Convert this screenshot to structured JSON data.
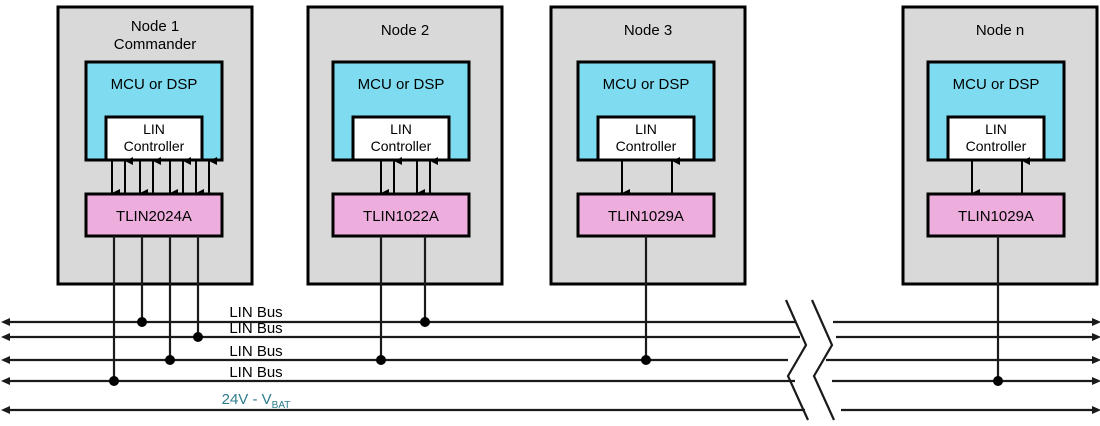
{
  "diagram": {
    "title": "LIN bus multi-node system block diagram",
    "colors": {
      "node_fill": "#d9d9d9",
      "mcu_fill": "#7fdcf0",
      "controller_fill": "#ffffff",
      "transceiver_fill": "#edaede",
      "line": "#1a1a1a",
      "vbat_label": "#2e7d8f"
    },
    "nodes": [
      {
        "id": "node1",
        "title_line1": "Node 1",
        "title_line2": "Commander",
        "mcu_label": "MCU or DSP",
        "controller_label_line1": "LIN",
        "controller_label_line2": "Controller",
        "transceiver_label": "TLIN2024A",
        "channels": 4,
        "bus_connections": [
          4,
          1,
          3,
          2
        ]
      },
      {
        "id": "node2",
        "title_line1": "Node 2",
        "title_line2": "",
        "mcu_label": "MCU or DSP",
        "controller_label_line1": "LIN",
        "controller_label_line2": "Controller",
        "transceiver_label": "TLIN1022A",
        "channels": 2,
        "bus_connections": [
          3,
          1
        ]
      },
      {
        "id": "node3",
        "title_line1": "Node 3",
        "title_line2": "",
        "mcu_label": "MCU or DSP",
        "controller_label_line1": "LIN",
        "controller_label_line2": "Controller",
        "transceiver_label": "TLIN1029A",
        "channels": 1,
        "bus_connections": [
          3
        ]
      },
      {
        "id": "noden",
        "title_line1": "Node n",
        "title_line2": "",
        "mcu_label": "MCU or DSP",
        "controller_label_line1": "LIN",
        "controller_label_line2": "Controller",
        "transceiver_label": "TLIN1029A",
        "channels": 1,
        "bus_connections": [
          4
        ]
      }
    ],
    "buses": [
      {
        "id": "bus1",
        "label": "LIN Bus"
      },
      {
        "id": "bus2",
        "label": "LIN Bus"
      },
      {
        "id": "bus3",
        "label": "LIN Bus"
      },
      {
        "id": "bus4",
        "label": "LIN Bus"
      },
      {
        "id": "power",
        "label": "24V - V",
        "sublabel": "BAT"
      }
    ]
  }
}
